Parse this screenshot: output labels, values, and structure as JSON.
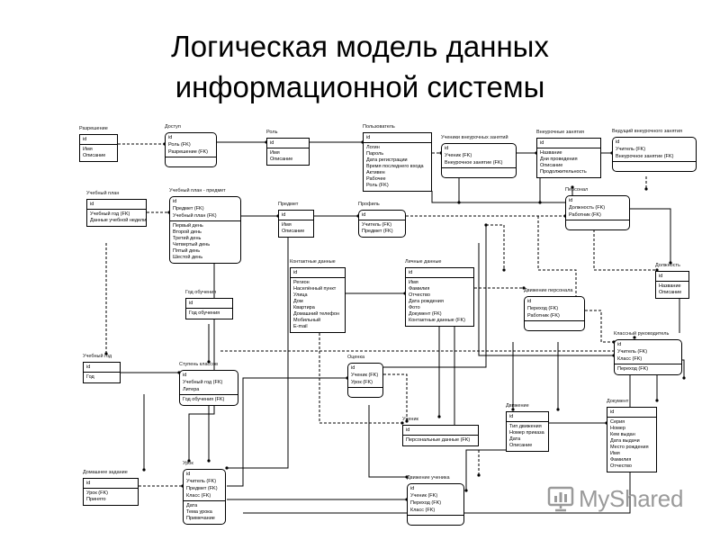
{
  "title": {
    "line1": "Логическая модель данных",
    "line2": "информационной системы"
  },
  "watermark": {
    "text": "MyShared",
    "icon": "myshared-logo-icon"
  },
  "entities": [
    {
      "id": "permission",
      "name": "Разрешение",
      "pk": [
        "id"
      ],
      "attrs": [
        "Имя",
        "Описание"
      ]
    },
    {
      "id": "access",
      "name": "Доступ",
      "pk": [
        "id",
        "Роль (FK)",
        "Разрешение (FK)"
      ],
      "attrs": []
    },
    {
      "id": "role",
      "name": "Роль",
      "pk": [
        "id"
      ],
      "attrs": [
        "Имя",
        "Описание"
      ]
    },
    {
      "id": "user",
      "name": "Пользователь",
      "pk": [
        "id"
      ],
      "attrs": [
        "Логин",
        "Пароль",
        "Дата регистрации",
        "Время последнего входа",
        "Активен",
        "Рабочее",
        "Роль (FK)"
      ]
    },
    {
      "id": "student_extra",
      "name": "Ученики внеурочных занятий",
      "pk": [
        "id",
        "Ученик (FK)",
        "Внеурочное занятие (FK)"
      ],
      "attrs": []
    },
    {
      "id": "extra_class",
      "name": "Внеурочные занятия",
      "pk": [
        "id"
      ],
      "attrs": [
        "Название",
        "Дни проведения",
        "Описание",
        "Продолжительность"
      ]
    },
    {
      "id": "lead_extra",
      "name": "Ведущий внеурочного занятия",
      "pk": [
        "id",
        "Учитель (FK)",
        "Внеурочное занятие (FK)"
      ],
      "attrs": []
    },
    {
      "id": "study_plan",
      "name": "Учебный план",
      "pk": [
        "id"
      ],
      "attrs": [
        "Учебный год (FK)",
        "Данные учебной недели"
      ]
    },
    {
      "id": "plan_subject",
      "name": "Учебный план - предмет",
      "pk": [
        "id",
        "Предмет (FK)",
        "Учебный план (FK)"
      ],
      "attrs": [
        "Первый день",
        "Второй день",
        "Третий день",
        "Четвертый день",
        "Пятый день",
        "Шестой день"
      ]
    },
    {
      "id": "subject",
      "name": "Предмет",
      "pk": [
        "id"
      ],
      "attrs": [
        "Имя",
        "Описание"
      ]
    },
    {
      "id": "profile",
      "name": "Профиль",
      "pk": [
        "id"
      ],
      "attrs": [
        "Учитель (FK)",
        "Предмет (FK)"
      ]
    },
    {
      "id": "staff",
      "name": "Персонал",
      "pk": [
        "id",
        "Должность (FK)",
        "Работник (FK)"
      ],
      "attrs": []
    },
    {
      "id": "contact",
      "name": "Контактные данные",
      "pk": [
        "id"
      ],
      "attrs": [
        "Регион",
        "Населённый пункт",
        "Улица",
        "Дом",
        "Квартира",
        "Домашний телефон",
        "Мобильный",
        "E-mail"
      ]
    },
    {
      "id": "person",
      "name": "Личные данные",
      "pk": [
        "id"
      ],
      "attrs": [
        "Имя",
        "Фамилия",
        "Отчество",
        "Дата рождения",
        "Фото",
        "Документ (FK)",
        "Контактные данные (FK)"
      ]
    },
    {
      "id": "position",
      "name": "Должность",
      "pk": [
        "id"
      ],
      "attrs": [
        "Название",
        "Описание"
      ]
    },
    {
      "id": "study_year",
      "name": "Год обучения",
      "pk": [
        "id"
      ],
      "attrs": [
        "Год обучения"
      ]
    },
    {
      "id": "staff_move",
      "name": "Движение персонала",
      "pk": [
        "id",
        "Переход (FK)",
        "Работник (FK)"
      ],
      "attrs": []
    },
    {
      "id": "school_year",
      "name": "Учебный год",
      "pk": [
        "id"
      ],
      "attrs": [
        "Год"
      ]
    },
    {
      "id": "class_group",
      "name": "Ступень классов",
      "pk": [
        "id",
        "Учебный год (FK)",
        "Литера"
      ],
      "attrs": [
        "Год обучения (FK)"
      ]
    },
    {
      "id": "grade",
      "name": "Оценка",
      "pk": [
        "id",
        "Ученик (FK)",
        "Урок (FK)"
      ],
      "attrs": []
    },
    {
      "id": "class_teacher",
      "name": "Классный руководитель",
      "pk": [
        "id",
        "Учитель (FK)",
        "Класс (FK)"
      ],
      "attrs": [
        "Переход (FK)"
      ]
    },
    {
      "id": "movement",
      "name": "Движение",
      "pk": [
        "id"
      ],
      "attrs": [
        "Тип движения",
        "Номер приказа",
        "Дата",
        "Описание"
      ]
    },
    {
      "id": "document",
      "name": "Документ",
      "pk": [
        "id"
      ],
      "attrs": [
        "Серия",
        "Номер",
        "Кем выдан",
        "Дата выдачи",
        "Место рождения",
        "Имя",
        "Фамилия",
        "Отчество"
      ]
    },
    {
      "id": "pupil",
      "name": "Ученик",
      "pk": [
        "id"
      ],
      "attrs": [
        "Персональные данные (FK)"
      ]
    },
    {
      "id": "homework",
      "name": "Домашнее задание",
      "pk": [
        "id"
      ],
      "attrs": [
        "Урок (FK)",
        "Принято"
      ]
    },
    {
      "id": "lesson",
      "name": "Урок",
      "pk": [
        "id",
        "Учитель (FK)",
        "Предмет (FK)",
        "Класс (FK)"
      ],
      "attrs": [
        "Дата",
        "Тема урока",
        "Примечание"
      ]
    },
    {
      "id": "pupil_move",
      "name": "Движение ученика",
      "pk": [
        "id",
        "Ученик (FK)",
        "Переход (FK)",
        "Класс (FK)"
      ],
      "attrs": []
    }
  ]
}
